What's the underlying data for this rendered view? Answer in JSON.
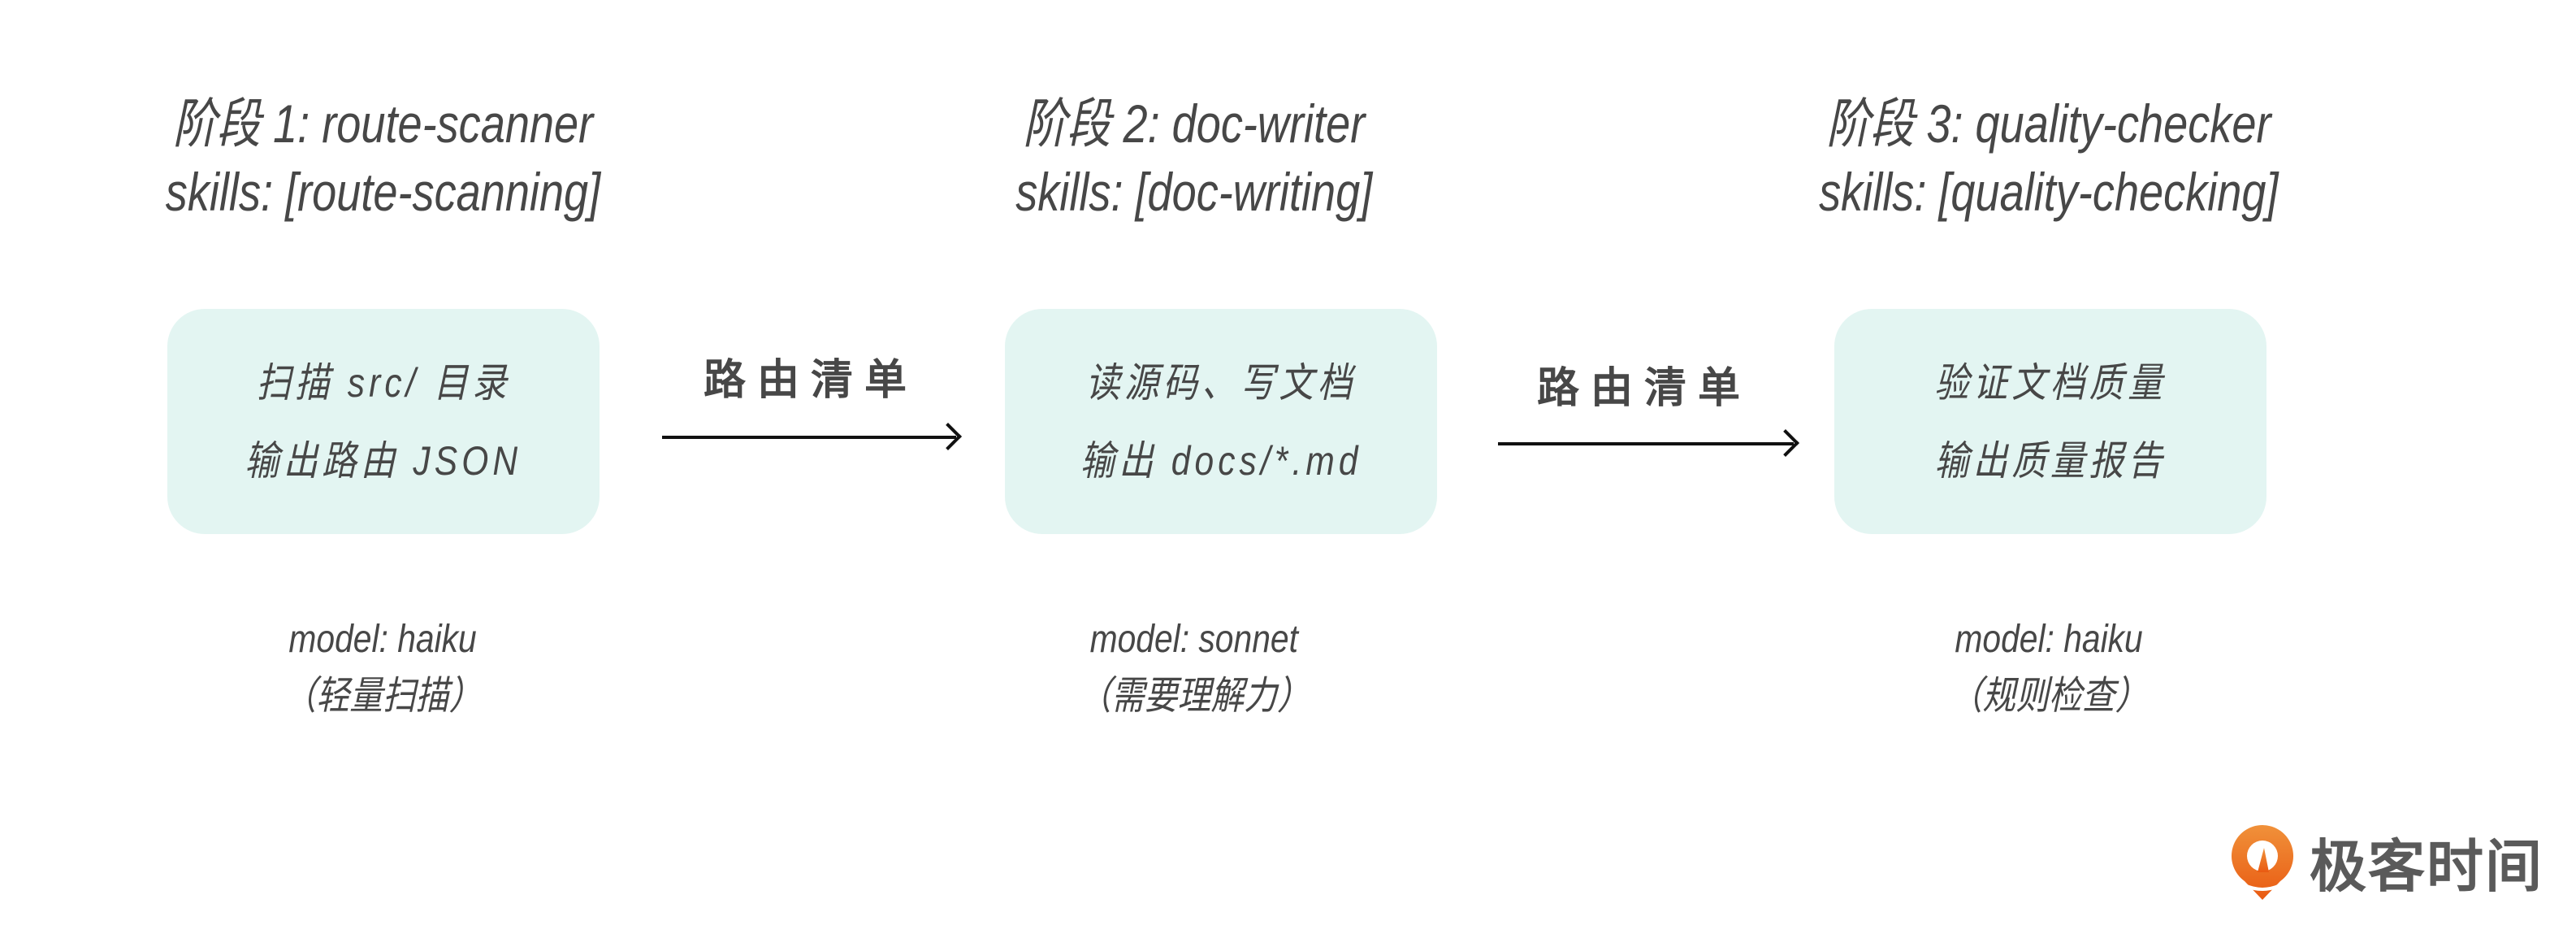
{
  "stages": [
    {
      "title": "阶段 1:  route-scanner",
      "skills": "skills: [route-scanning]",
      "lines": [
        "扫描 src/ 目录",
        "输出路由 JSON"
      ],
      "model": "model: haiku",
      "note": "（轻量扫描）"
    },
    {
      "title": "阶段 2:  doc-writer",
      "skills": "skills: [doc-writing]",
      "lines": [
        "读源码、写文档",
        "输出 docs/*.md"
      ],
      "model": "model: sonnet",
      "note": "（需要理解力）"
    },
    {
      "title": "阶段 3:  quality-checker",
      "skills": "skills: [quality-checking]",
      "lines": [
        "验证文档质量",
        "输出质量报告"
      ],
      "model": "model: haiku",
      "note": "（规则检查）"
    }
  ],
  "edges": [
    {
      "label": "路由清单"
    },
    {
      "label": "路由清单"
    }
  ],
  "logo": {
    "text": "极客时间",
    "color": "#ee6a1e"
  },
  "colors": {
    "box": "#e3f5f2",
    "text": "#474747"
  }
}
